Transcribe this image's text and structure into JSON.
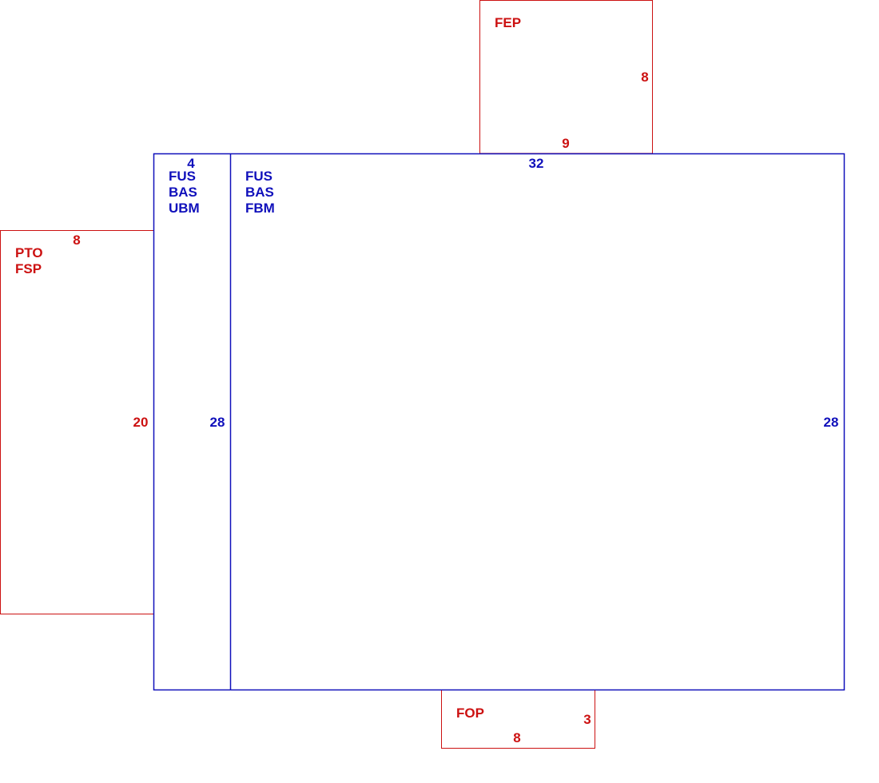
{
  "colors": {
    "main_structure": "#1010BB",
    "additions": "#CC1111",
    "background": "#FFFFFF"
  },
  "sections": {
    "fep": {
      "code": "FEP",
      "width": "9",
      "depth": "8"
    },
    "pto_fsp": {
      "code1": "PTO",
      "code2": "FSP",
      "width": "8",
      "length": "20"
    },
    "ubm": {
      "code1": "FUS",
      "code2": "BAS",
      "code3": "UBM",
      "width": "4",
      "length": "28"
    },
    "fbm": {
      "code1": "FUS",
      "code2": "BAS",
      "code3": "FBM",
      "width": "32",
      "length": "28"
    },
    "fop": {
      "code": "FOP",
      "width": "8",
      "depth": "3"
    }
  }
}
